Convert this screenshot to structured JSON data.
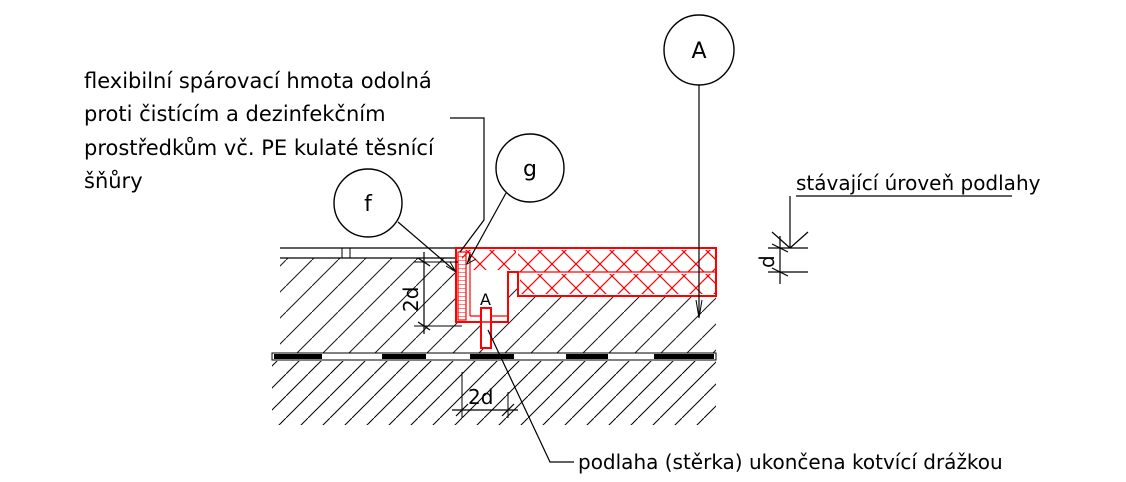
{
  "note_left": [
    "flexibilní spárovací hmota odolná",
    "proti čistícím a dezinfekčním",
    "prostředkům vč. PE kulaté těsnící",
    "šňůry"
  ],
  "note_floor_level": "stávající úroveň podlahy",
  "note_bottom": "podlaha (stěrka) ukončena kotvící drážkou",
  "bubbles": {
    "a": "A",
    "f": "f",
    "g": "g"
  },
  "small_marker": "A",
  "dimensions": {
    "depth_vertical": "2d",
    "width_horizontal": "2d",
    "thickness": "d"
  },
  "colors": {
    "line": "#000000",
    "new_floor": "#ff0000",
    "background": "#ffffff"
  }
}
